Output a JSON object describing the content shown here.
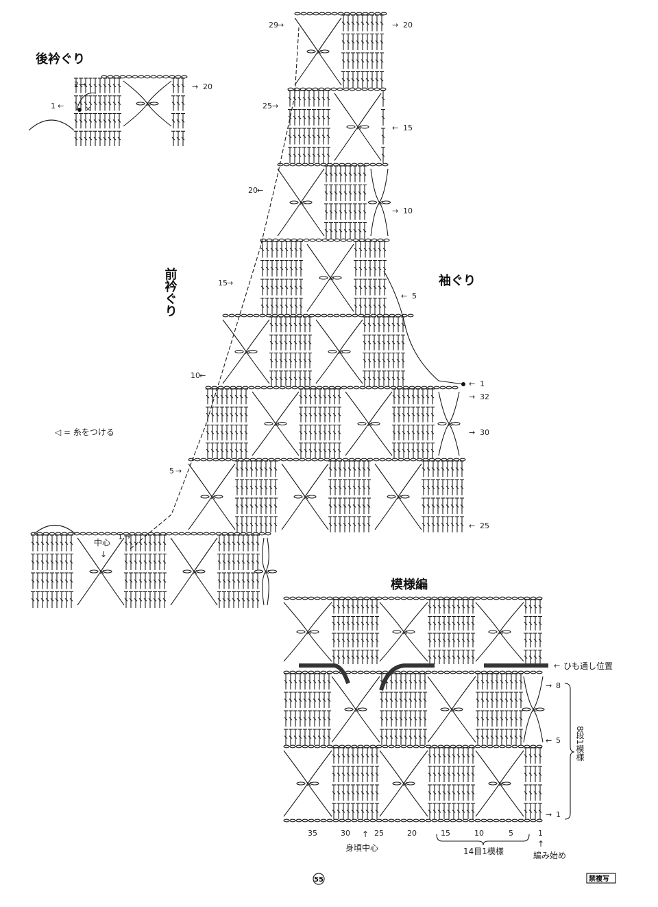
{
  "titles": {
    "back_neckline": "後衿ぐり",
    "front_neckline": "前衿ぐり",
    "armhole": "袖ぐり",
    "pattern": "模様編"
  },
  "legend": {
    "attach_yarn": "◁ = 糸をつける"
  },
  "back_neck": {
    "row_left_1": "1",
    "row_left_2": "2",
    "row_right_20": "20"
  },
  "front_rows_left": [
    "29",
    "25",
    "20",
    "15",
    "10",
    "5",
    "1"
  ],
  "front_rows_right": [
    "20",
    "15",
    "10",
    "5",
    "1",
    "32",
    "30",
    "25"
  ],
  "center_label": "中心",
  "pattern_rows_right": [
    "8",
    "5",
    "1"
  ],
  "pattern_cols_bottom": [
    "35",
    "30",
    "25",
    "20",
    "15",
    "10",
    "5",
    "1"
  ],
  "pattern_labels": {
    "drawstring": "ひも通し位置",
    "repeat_vertical": "8段1模様",
    "body_center": "身頃中心",
    "repeat_horizontal": "14目1模様",
    "start": "編み始め"
  },
  "footer": {
    "page_number": "55",
    "badge": "禁複写"
  },
  "colors": {
    "ink": "#1a1a1a",
    "drawstring": "#333333"
  }
}
